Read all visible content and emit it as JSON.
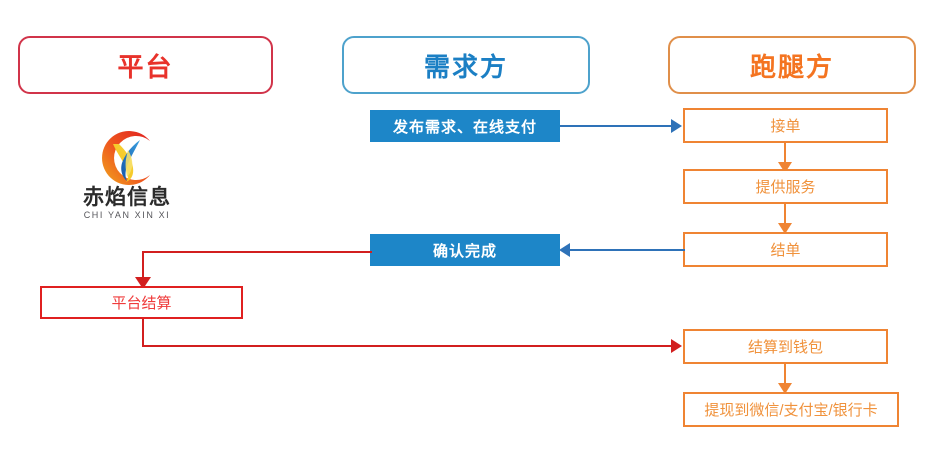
{
  "diagram": {
    "title_columns": [
      {
        "label": "平台",
        "color": "#e8322b",
        "border": "#d1344a"
      },
      {
        "label": "需求方",
        "color": "#1b7fc4",
        "border": "#4ea2cc"
      },
      {
        "label": "跑腿方",
        "color": "#f47421",
        "border": "#e08f4a"
      }
    ],
    "nodes": {
      "publish": "发布需求、在线支付",
      "accept": "接单",
      "service": "提供服务",
      "close": "结单",
      "confirm": "确认完成",
      "settle": "平台结算",
      "wallet": "结算到钱包",
      "withdraw": "提现到微信/支付宝/银行卡"
    },
    "colors": {
      "blue_fill": "#1d86c8",
      "blue_line": "#2e72b8",
      "orange": "#ef8433",
      "orange_text": "#f0923c",
      "red": "#d21f1f",
      "red_text": "#ef3b3b"
    }
  },
  "logo": {
    "name_cn": "赤焰信息",
    "name_en": "CHI YAN XIN XI"
  }
}
